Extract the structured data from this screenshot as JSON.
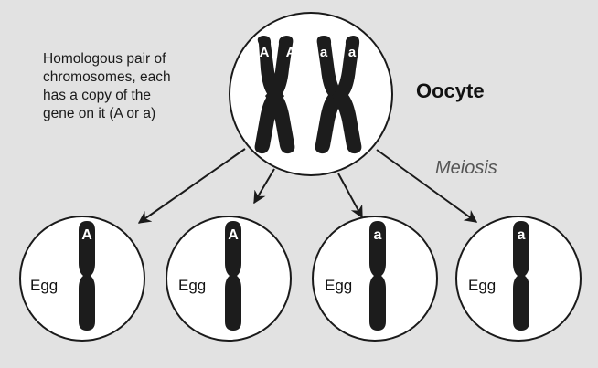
{
  "caption": "Homologous pair of\nchromosomes, each\nhas a copy of the\ngene on it (A or a)",
  "oocyte": {
    "label": "Oocyte",
    "alleles": [
      "A",
      "A",
      "a",
      "a"
    ]
  },
  "process_label": "Meiosis",
  "eggs": [
    {
      "label": "Egg",
      "allele": "A"
    },
    {
      "label": "Egg",
      "allele": "A"
    },
    {
      "label": "Egg",
      "allele": "a"
    },
    {
      "label": "Egg",
      "allele": "a"
    }
  ],
  "colors": {
    "chromosome": "#1c1c1c",
    "cell_fill": "#ffffff",
    "cell_stroke": "#1a1a1a",
    "background": "#e2e2e2"
  }
}
